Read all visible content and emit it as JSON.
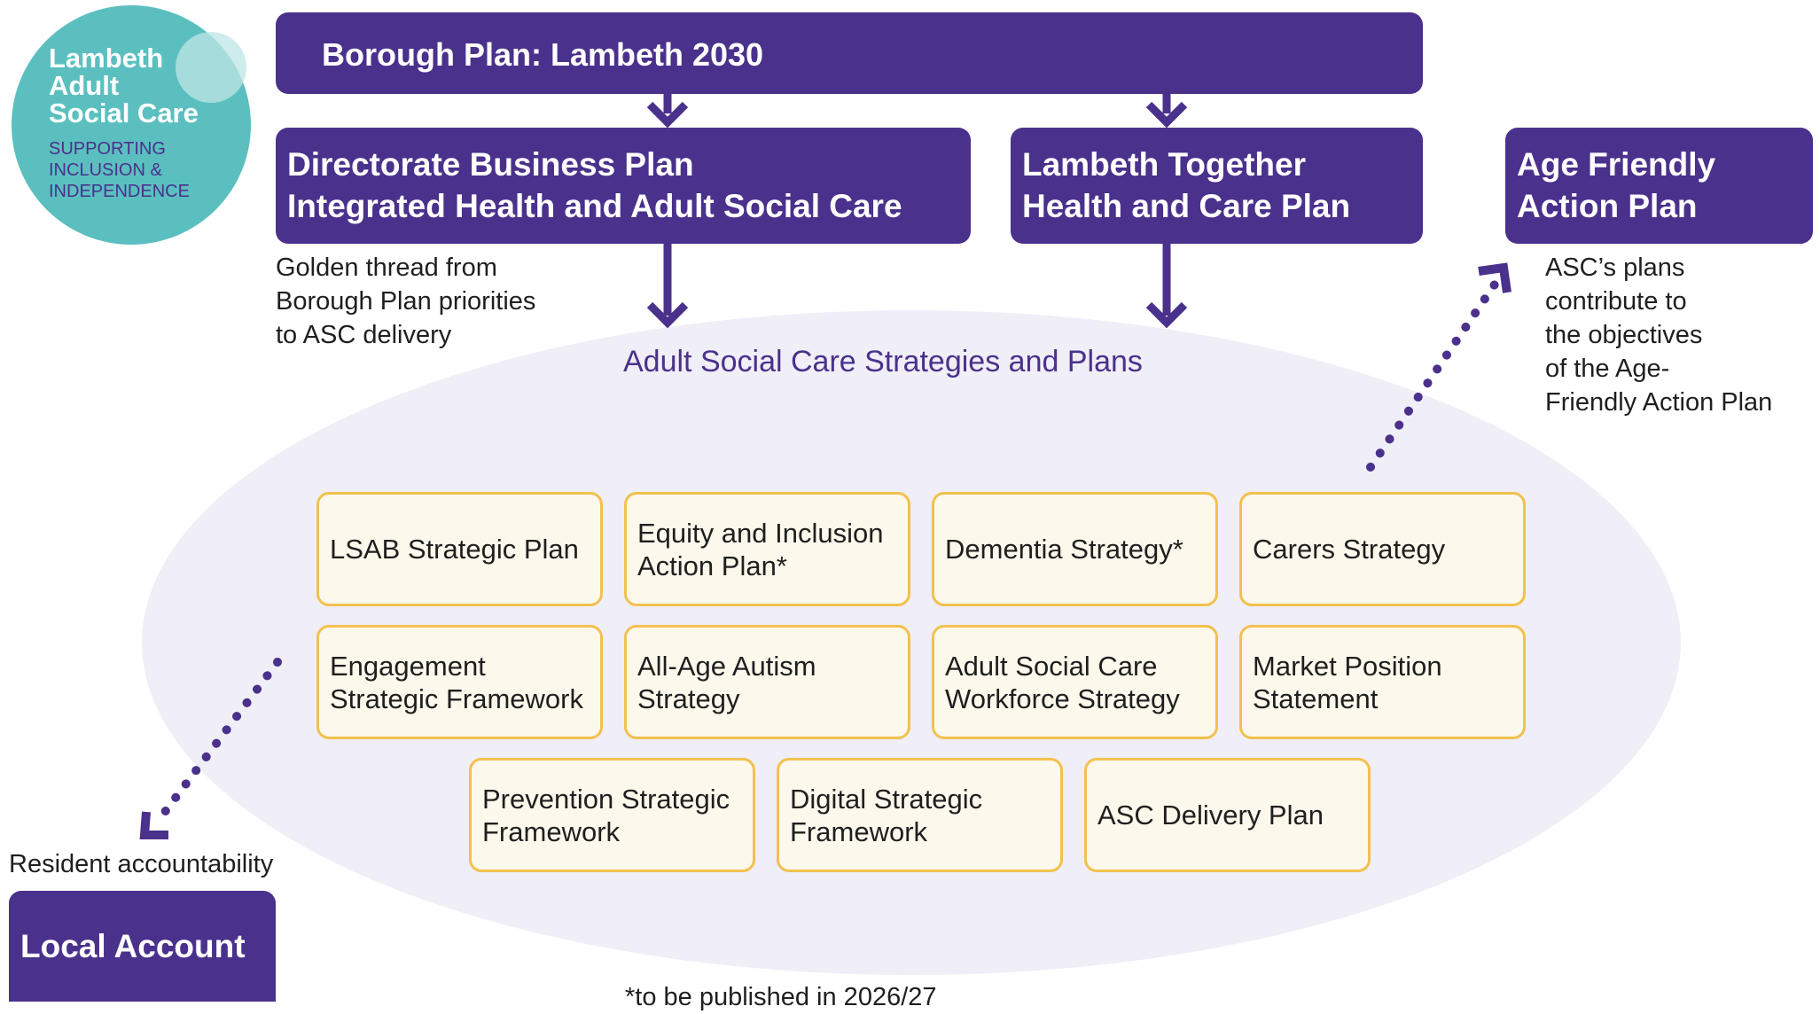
{
  "colors": {
    "purple": "#4a318c",
    "teal": "#5bbfbf",
    "card_fill": "#fdf8ec",
    "card_border": "#f2c14e",
    "ellipse_fill": "#f0eef7"
  },
  "logo": {
    "lines": [
      "Lambeth",
      "Adult",
      "Social Care"
    ],
    "tagline": [
      "SUPPORTING",
      "INCLUSION &",
      "INDEPENDENCE"
    ]
  },
  "borough_plan": {
    "label": "Borough Plan: Lambeth 2030"
  },
  "directorate_plan": {
    "lines": [
      "Directorate Business Plan",
      "Integrated Health and Adult Social Care"
    ]
  },
  "lambeth_together": {
    "lines": [
      "Lambeth Together",
      "Health and Care Plan"
    ]
  },
  "age_friendly": {
    "lines": [
      "Age Friendly",
      "Action Plan"
    ]
  },
  "golden_thread_note": {
    "lines": [
      "Golden thread from",
      "Borough Plan priorities",
      "to ASC delivery"
    ]
  },
  "age_friendly_note": {
    "lines": [
      "ASC’s plans",
      "contribute to",
      "the objectives",
      "of the Age-",
      "Friendly Action Plan"
    ]
  },
  "ellipse_title": "Adult Social Care Strategies and Plans",
  "cards": [
    {
      "lines": [
        "LSAB Strategic Plan"
      ]
    },
    {
      "lines": [
        "Equity and Inclusion",
        "Action Plan*"
      ]
    },
    {
      "lines": [
        "Dementia Strategy*"
      ]
    },
    {
      "lines": [
        "Carers Strategy"
      ]
    },
    {
      "lines": [
        "Engagement",
        "Strategic Framework"
      ]
    },
    {
      "lines": [
        "All-Age Autism",
        "Strategy"
      ]
    },
    {
      "lines": [
        "Adult Social Care",
        "Workforce Strategy"
      ]
    },
    {
      "lines": [
        "Market Position",
        "Statement"
      ]
    },
    {
      "lines": [
        "Prevention Strategic",
        "Framework"
      ]
    },
    {
      "lines": [
        "Digital Strategic",
        "Framework"
      ]
    },
    {
      "lines": [
        "ASC Delivery Plan"
      ]
    }
  ],
  "resident_note": "Resident accountability",
  "local_account": {
    "label": "Local Account"
  },
  "footnote": "*to be published in 2026/27"
}
